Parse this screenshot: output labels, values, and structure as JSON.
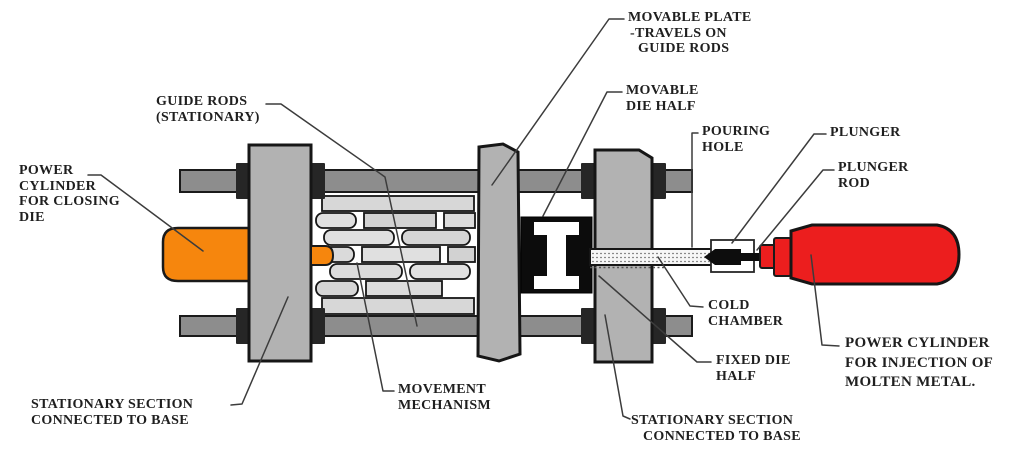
{
  "labels": {
    "power_cylinder_closing": {
      "lines": [
        "POWER",
        "CYLINDER",
        "FOR CLOSING",
        "DIE"
      ]
    },
    "guide_rods": {
      "lines": [
        "GUIDE RODS",
        "(STATIONARY)"
      ]
    },
    "movable_plate": {
      "lines": [
        "MOVABLE PLATE",
        "-TRAVELS ON",
        "GUIDE RODS"
      ]
    },
    "movable_die_half": {
      "lines": [
        "MOVABLE",
        "DIE HALF"
      ]
    },
    "pouring_hole": {
      "lines": [
        "POURING",
        "HOLE"
      ]
    },
    "plunger": {
      "lines": [
        "PLUNGER"
      ]
    },
    "plunger_rod": {
      "lines": [
        "PLUNGER",
        "ROD"
      ]
    },
    "cold_chamber": {
      "lines": [
        "COLD",
        "CHAMBER"
      ]
    },
    "fixed_die_half": {
      "lines": [
        "FIXED DIE",
        "HALF"
      ]
    },
    "power_cylinder_injection": {
      "lines": [
        "POWER CYLINDER",
        "FOR INJECTION OF",
        "MOLTEN METAL."
      ]
    },
    "stationary_section_left": {
      "lines": [
        "STATIONARY SECTION",
        "CONNECTED TO BASE"
      ]
    },
    "movement_mechanism": {
      "lines": [
        "MOVEMENT",
        "MECHANISM"
      ]
    },
    "stationary_section_right": {
      "lines": [
        "STATIONARY SECTION",
        "CONNECTED TO BASE"
      ]
    }
  },
  "colors": {
    "closing_cylinder": "#F6860D",
    "injection_cylinder": "#EC1E1E",
    "plate_gray": "#B2B2B2",
    "rod_gray": "#8D8D8D",
    "linkage_gray": "#DCDCDC",
    "die_black": "#0C0C0C",
    "outline": "#1A1A1A",
    "leader_line": "#3C3C3C",
    "label_text": "#1F1F1F",
    "background": "#FFFFFF"
  }
}
